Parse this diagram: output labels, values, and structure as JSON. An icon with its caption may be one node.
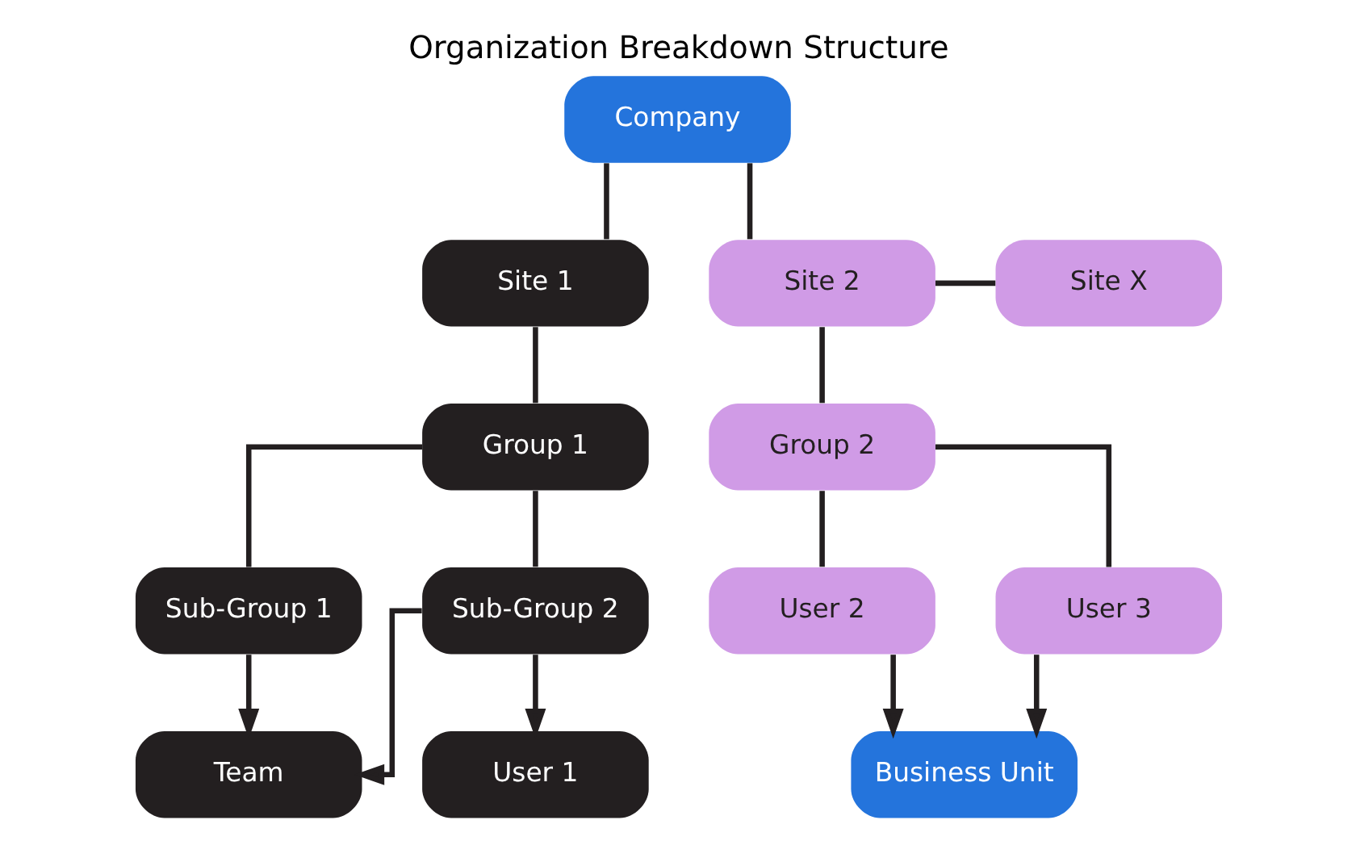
{
  "diagram": {
    "title": "Organization Breakdown Structure",
    "nodes": [
      {
        "text": [
          "Company"
        ]
      },
      {
        "text": [
          "Site 1"
        ]
      },
      {
        "text": [
          "Site 2"
        ]
      },
      {
        "text": [
          "Site X"
        ]
      },
      {
        "text": [
          "Group 1"
        ]
      },
      {
        "text": [
          "Group 2"
        ]
      },
      {
        "text": [
          "Sub-Group 1"
        ]
      },
      {
        "text": [
          "Sub-Group 2"
        ]
      },
      {
        "text": [
          "User 2"
        ]
      },
      {
        "text": [
          "User 3"
        ]
      },
      {
        "text": [
          "Team"
        ]
      },
      {
        "text": [
          "User 1"
        ]
      },
      {
        "text": [
          "Business Unit"
        ]
      }
    ],
    "edges": [
      {
        "from": 0,
        "to": 1,
        "arrow": "none"
      },
      {
        "from": 0,
        "to": 2,
        "arrow": "none"
      },
      {
        "from": 2,
        "to": 3,
        "arrow": "none"
      },
      {
        "from": 1,
        "to": 4,
        "arrow": "none"
      },
      {
        "from": 2,
        "to": 5,
        "arrow": "none"
      },
      {
        "from": 4,
        "to": 6,
        "arrow": "none"
      },
      {
        "from": 4,
        "to": 7,
        "arrow": "none"
      },
      {
        "from": 5,
        "to": 8,
        "arrow": "none"
      },
      {
        "from": 5,
        "to": 9,
        "arrow": "none"
      },
      {
        "from": 6,
        "to": 10,
        "arrow": "to"
      },
      {
        "from": 7,
        "to": 10,
        "arrow": "to"
      },
      {
        "from": 7,
        "to": 11,
        "arrow": "to"
      },
      {
        "from": 8,
        "to": 12,
        "arrow": "to"
      },
      {
        "from": 9,
        "to": 12,
        "arrow": "to"
      }
    ]
  }
}
